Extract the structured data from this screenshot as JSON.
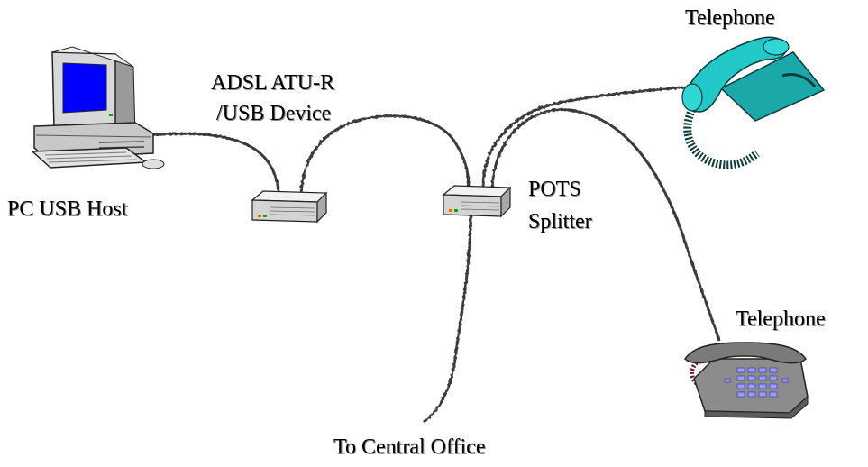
{
  "labels": {
    "pc": "PC USB Host",
    "modem_line1": "ADSL ATU-R",
    "modem_line2": "/USB Device",
    "splitter_line1": "POTS",
    "splitter_line2": "Splitter",
    "phone_top": "Telephone",
    "phone_bottom": "Telephone",
    "central_office": "To Central Office"
  },
  "colors": {
    "wire": "#3a3a3a",
    "screen": "#0000ff",
    "phone_cyan": "#22c8c8",
    "phone_gray": "#8c8c8c",
    "keypad": "#9a9aff"
  }
}
